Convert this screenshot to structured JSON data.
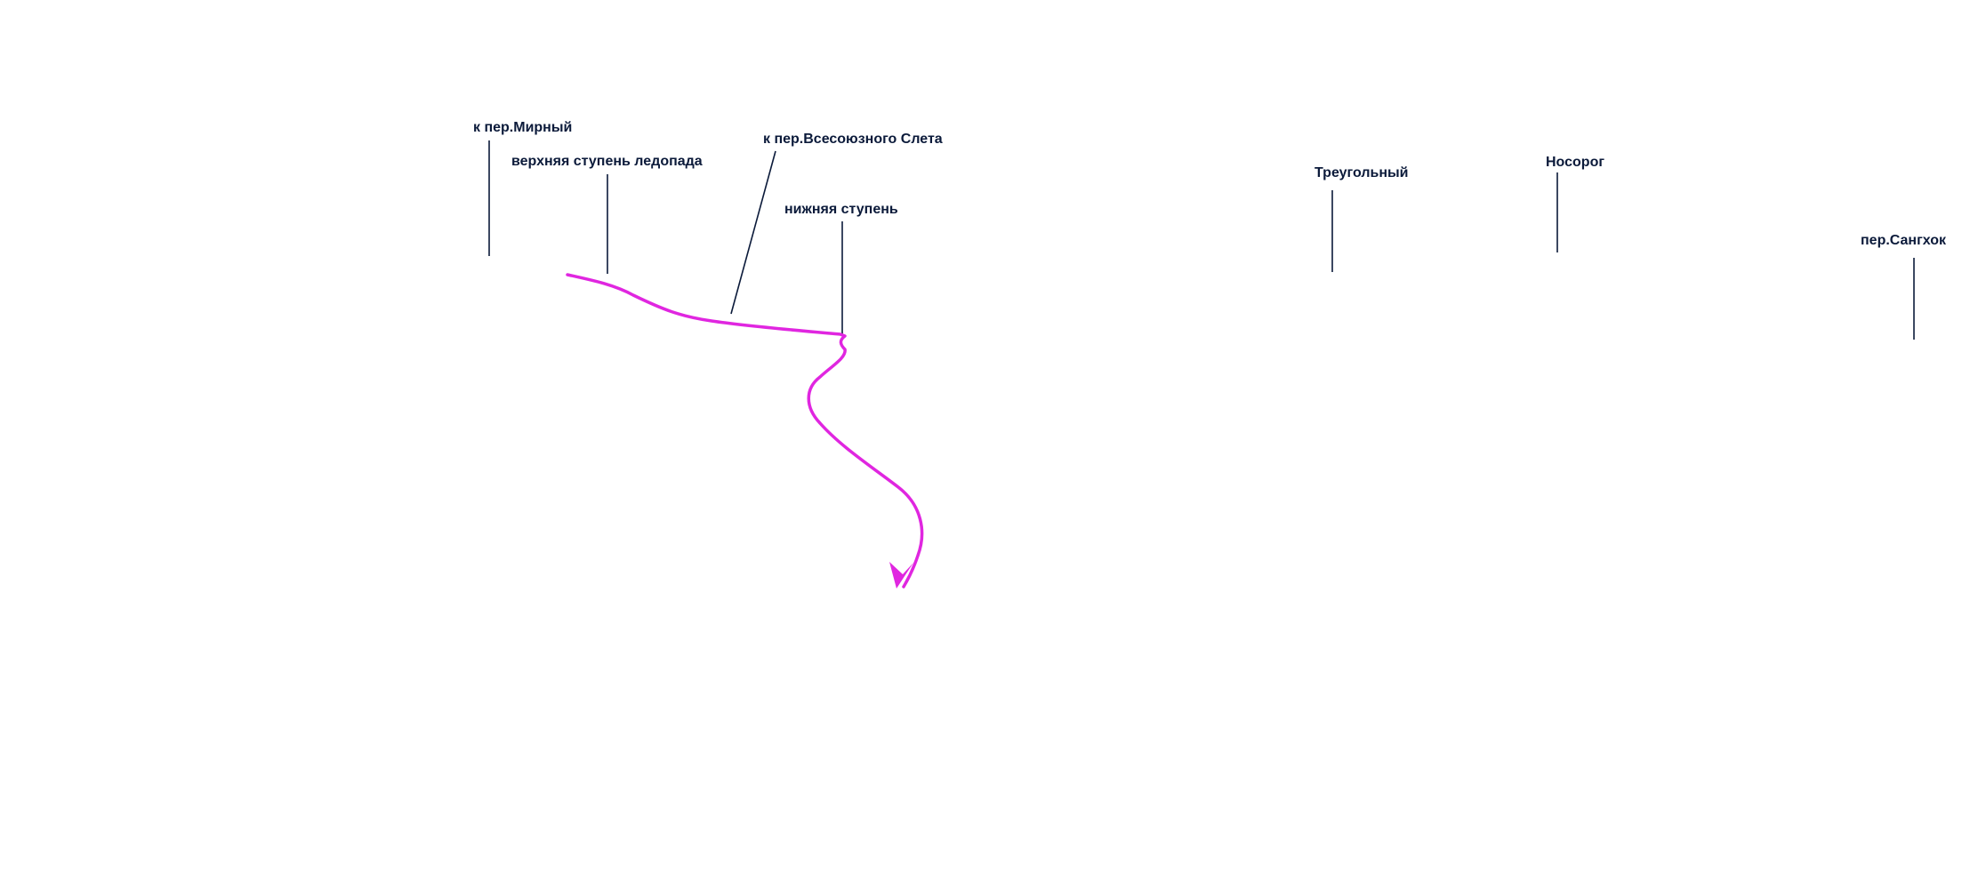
{
  "colors": {
    "leader": "#0b1a3a",
    "label": "#0b1a3a",
    "route": "#e026e0"
  },
  "labels": {
    "mirny": "к пер.Мирный",
    "upper_step": "верхняя ступень ледопада",
    "vsesoyuzny": "к пер.Всесоюзного Слета",
    "lower_step": "нижняя ступень",
    "treugolny": "Треугольный",
    "nosorog": "Носорог",
    "sangkhok": "пер.Сангхок"
  }
}
